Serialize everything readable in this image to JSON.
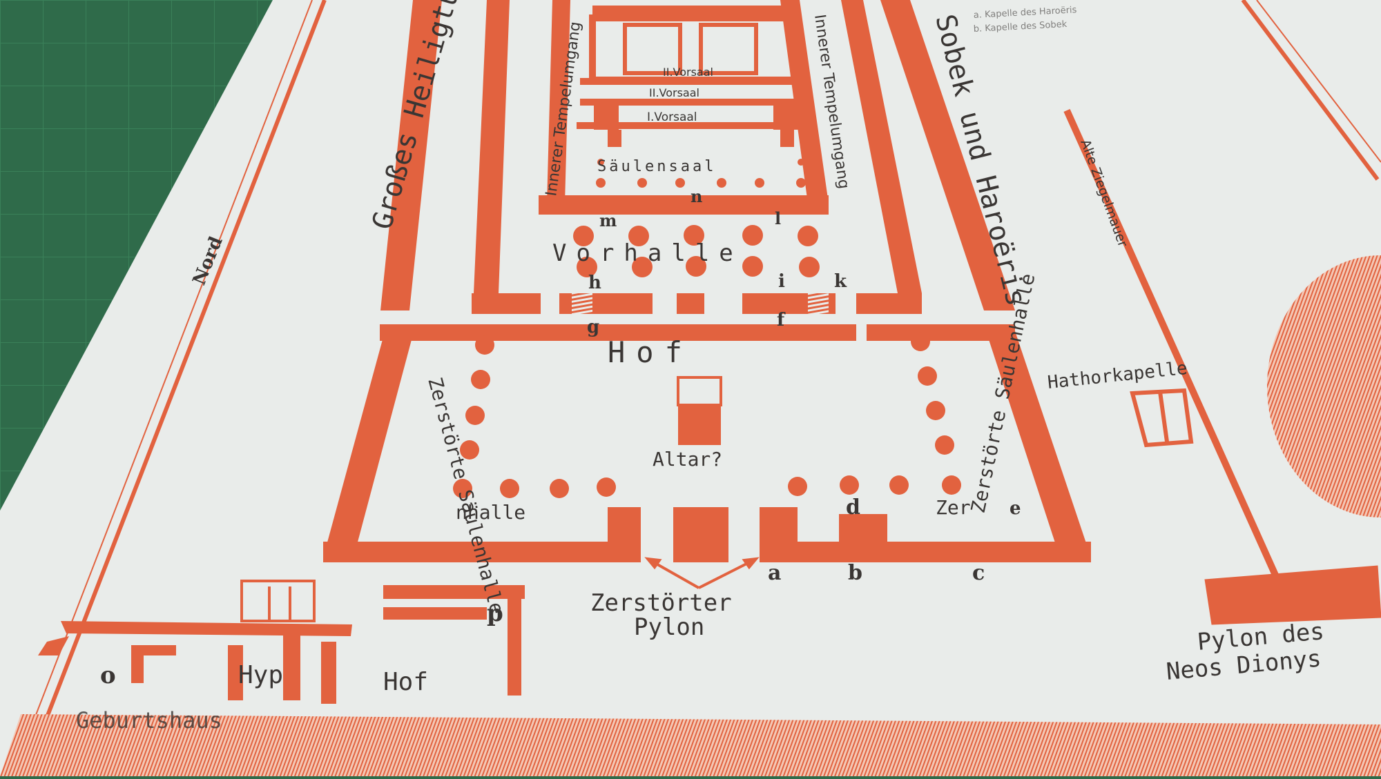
{
  "colors": {
    "mat": "#2f6b4a",
    "mat_grid": "#3f8a5f",
    "paper": "#e9ecea",
    "plan": "#e2623f",
    "plan_light": "#f2b9a3",
    "ink": "#3a3634"
  },
  "map_labels": {
    "sanctuary": "Großes Heiligtum",
    "dedication": "Sobek und Haroëris",
    "north": "Nord",
    "inner_ambulatory_left": "Innerer Tempelumgang",
    "inner_ambulatory_right": "Innerer Tempelumgang",
    "vestibule_2": "II.Vorsaal",
    "vestibule_2b": "II.Vorsaal",
    "vestibule_1": "I.Vorsaal",
    "hypostyle": "Säulensaal",
    "pronaos": "Vorhalle",
    "court": "Hof",
    "altar": "Altar?",
    "colonnade_left": "Zerstörte Säulenhalle",
    "colonnade_right": "Zerstörte Säulenhalle",
    "colonnade_right_prefix": "Zer",
    "pylon_line1": "Zerstörter",
    "pylon_line2": "Pylon",
    "hathor_chapel": "Hathorkapelle",
    "old_wall": "Alte Ziegelmauer",
    "neos_pylon_line1": "Pylon des",
    "neos_pylon_line2": "Neos Dionys",
    "birth_house": "Geburtshaus",
    "birth_hyp": "Hyp",
    "birth_court": "Hof",
    "letter_o": "o",
    "letter_p": "p",
    "legend_1": "a. Kapelle des Haroëris",
    "legend_2": "b. Kapelle des Sobek"
  },
  "letters": {
    "a": "a",
    "b": "b",
    "c": "c",
    "d": "d",
    "e": "e",
    "f": "f",
    "g": "g",
    "h": "h",
    "i": "i",
    "k": "k",
    "l": "l",
    "m": "m",
    "n": "n"
  }
}
